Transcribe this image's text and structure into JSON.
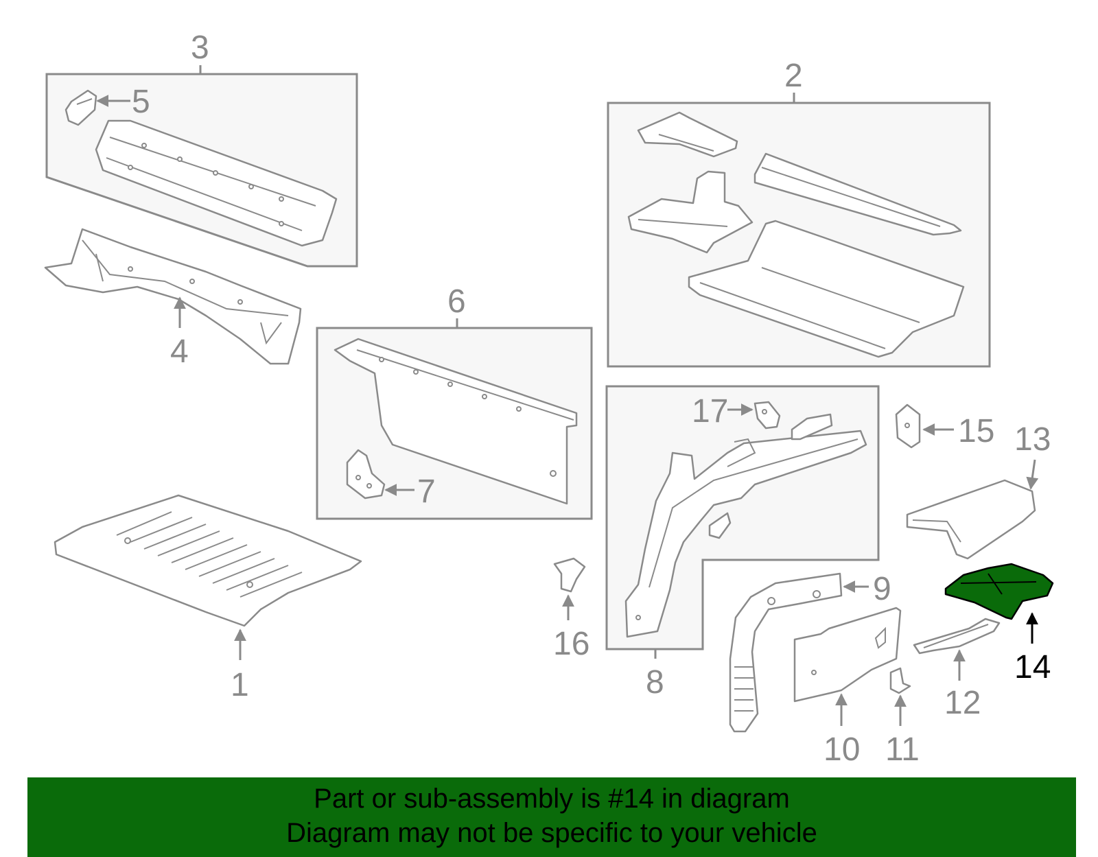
{
  "diagram": {
    "highlight_color": "#0a6b0a",
    "line_color": "#8a8a8a",
    "box_fill": "#f7f7f7",
    "callouts": {
      "c1": "1",
      "c2": "2",
      "c3": "3",
      "c4": "4",
      "c5": "5",
      "c6": "6",
      "c7": "7",
      "c8": "8",
      "c9": "9",
      "c10": "10",
      "c11": "11",
      "c12": "12",
      "c13": "13",
      "c14": "14",
      "c15": "15",
      "c16": "16",
      "c17": "17"
    },
    "highlighted_part": "14"
  },
  "banner": {
    "line1": "Part or sub-assembly is #14 in diagram",
    "line2": "Diagram may not be specific to your vehicle",
    "background": "#0a6b0a"
  }
}
